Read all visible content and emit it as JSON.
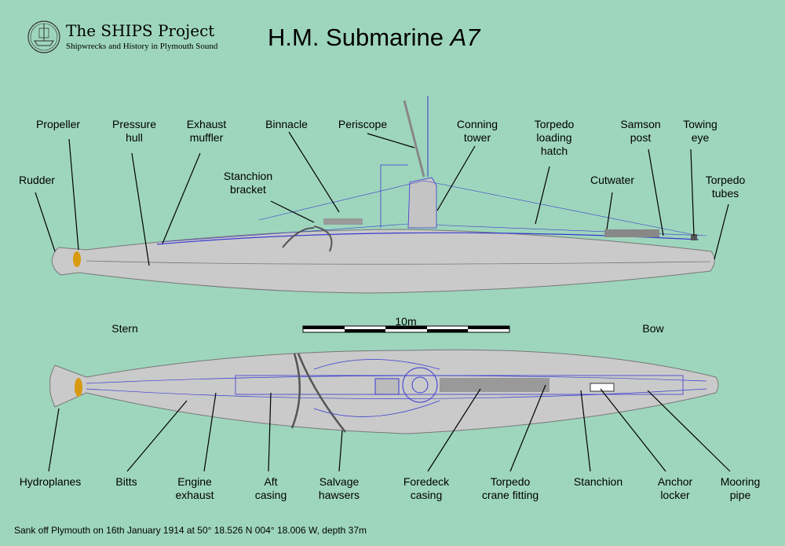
{
  "logo": {
    "title": "The SHIPS Project",
    "subtitle": "Shipwrecks and History in Plymouth Sound"
  },
  "title": {
    "main": "H.M. Submarine ",
    "italic": "A7"
  },
  "scale_label": "10m",
  "view_labels": {
    "stern": "Stern",
    "bow": "Bow"
  },
  "side_labels": [
    [
      "Propeller"
    ],
    [
      "Pressure",
      "hull"
    ],
    [
      "Exhaust",
      "muffler"
    ],
    [
      "Binnacle"
    ],
    [
      "Periscope"
    ],
    [
      "Conning",
      "tower"
    ],
    [
      "Torpedo",
      "loading",
      "hatch"
    ],
    [
      "Samson",
      "post"
    ],
    [
      "Towing",
      "eye"
    ],
    [
      "Rudder"
    ],
    [
      "Stanchion",
      "bracket"
    ],
    [
      "Cutwater"
    ],
    [
      "Torpedo",
      "tubes"
    ]
  ],
  "plan_labels": [
    [
      "Hydroplanes"
    ],
    [
      "Bitts"
    ],
    [
      "Engine",
      "exhaust"
    ],
    [
      "Aft",
      "casing"
    ],
    [
      "Salvage",
      "hawsers"
    ],
    [
      "Foredeck",
      "casing"
    ],
    [
      "Torpedo",
      "crane fitting"
    ],
    [
      "Stanchion"
    ],
    [
      "Anchor",
      "locker"
    ],
    [
      "Mooring",
      "pipe"
    ]
  ],
  "footer": "Sank off Plymouth on 16th January 1914 at 50° 18.526 N  004° 18.006 W,  depth 37m",
  "colors": {
    "background": "#9ed6bd",
    "hull": "#cacaca",
    "detail": "#3a3ad0",
    "propeller": "#d89a10"
  }
}
